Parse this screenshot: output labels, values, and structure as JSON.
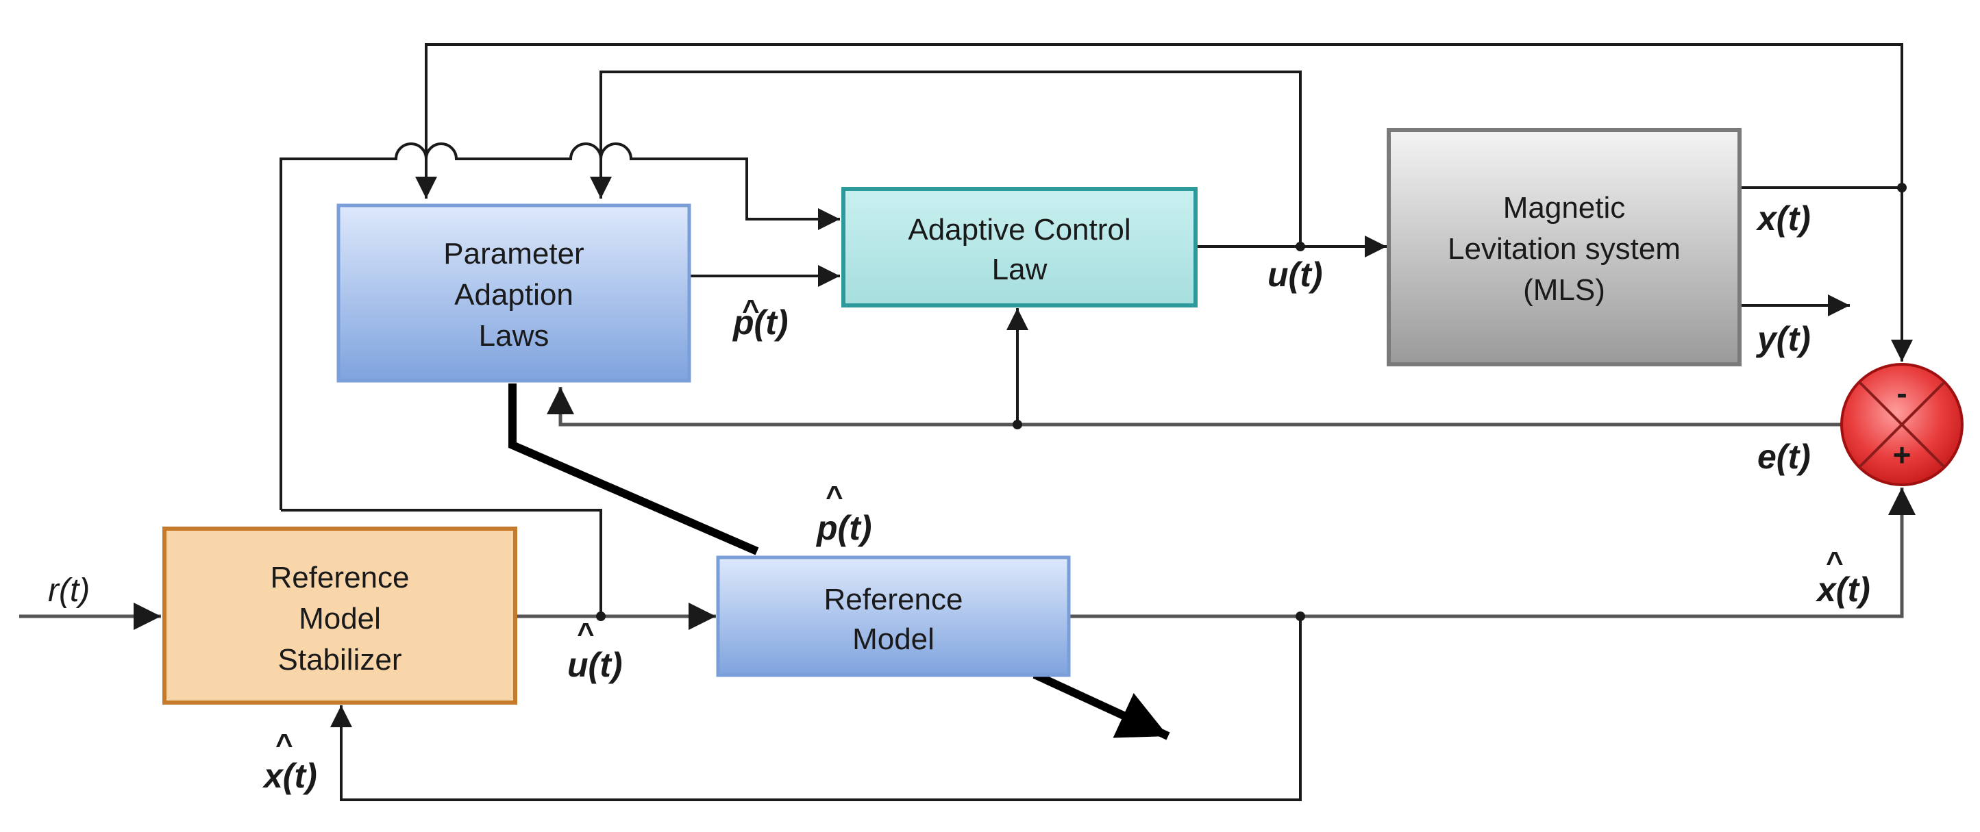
{
  "blocks": {
    "parameter_adaption": [
      "Parameter",
      "Adaption",
      "Laws"
    ],
    "adaptive_control": [
      "Adaptive Control",
      "Law"
    ],
    "mls": [
      "Magnetic",
      "Levitation system",
      "(MLS)"
    ],
    "ref_stabilizer": [
      "Reference",
      "Model",
      "Stabilizer"
    ],
    "reference_model": [
      "Reference",
      "Model"
    ]
  },
  "signals": {
    "r": "r(t)",
    "u": "u(t)",
    "u_hat": "u(t)",
    "p_hat_top": "p(t)",
    "p_hat_mid": "p(t)",
    "x": "x(t)",
    "y": "y(t)",
    "e": "e(t)",
    "x_hat_right": "x(t)",
    "x_hat_bottom": "x(t)",
    "hat_mark": "^"
  },
  "summing_junction": {
    "minus": "-",
    "plus": "+"
  },
  "colors": {
    "blue_block": "#a9c4ec",
    "teal_block": "#b3e6e6",
    "grey_block": "#c8c8c8",
    "orange_block": "#f9d5aa",
    "sum_red": "#e53c3c"
  }
}
